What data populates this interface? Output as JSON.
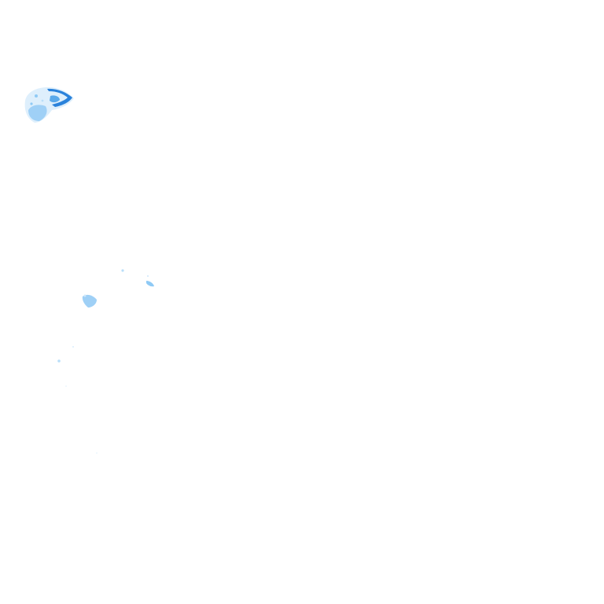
{
  "map": {
    "background_color": "#ffffff",
    "labels_visible": false,
    "precipitation_colors": {
      "light": "#cfe8fb",
      "moderate": "#8fcaf5",
      "medium": "#5aa9ea",
      "heavy": "#1e78d6"
    },
    "echo_cells": [
      {
        "name": "northwest-cell",
        "intensity": "heavy"
      },
      {
        "name": "west-cell",
        "intensity": "moderate"
      },
      {
        "name": "central-fleck-a",
        "intensity": "moderate"
      },
      {
        "name": "central-fleck-b",
        "intensity": "light"
      },
      {
        "name": "southwest-speck-a",
        "intensity": "light"
      },
      {
        "name": "southwest-speck-b",
        "intensity": "light"
      },
      {
        "name": "southwest-speck-c",
        "intensity": "light"
      },
      {
        "name": "south-speck",
        "intensity": "light"
      }
    ]
  }
}
